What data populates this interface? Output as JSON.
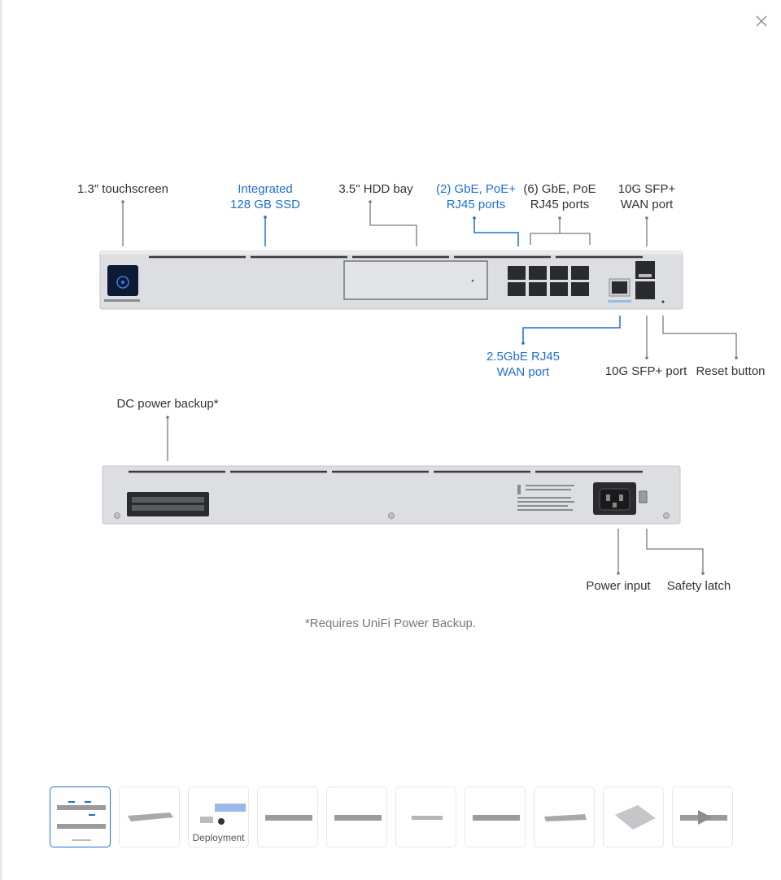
{
  "labels": {
    "touchscreen": "1.3″ touchscreen",
    "ssd_line1": "Integrated",
    "ssd_line2": "128 GB SSD",
    "hdd_bay": "3.5\" HDD bay",
    "poeplus_line1": "(2) GbE, PoE+",
    "poeplus_line2": "RJ45 ports",
    "poe_line1": "(6) GbE, PoE",
    "poe_line2": "RJ45 ports",
    "sfp_wan_line1": "10G SFP+",
    "sfp_wan_line2": "WAN port",
    "rj45_wan_line1": "2.5GbE RJ45",
    "rj45_wan_line2": "WAN port",
    "sfp_port": "10G SFP+ port",
    "reset_button": "Reset button",
    "dc_power_backup": "DC power backup*",
    "power_input": "Power input",
    "safety_latch": "Safety latch"
  },
  "note": "*Requires UniFi Power Backup.",
  "thumbnails": [
    {
      "caption": "",
      "active": true
    },
    {
      "caption": "",
      "active": false
    },
    {
      "caption": "Deployment",
      "active": false
    },
    {
      "caption": "",
      "active": false
    },
    {
      "caption": "",
      "active": false
    },
    {
      "caption": "",
      "active": false
    },
    {
      "caption": "",
      "active": false
    },
    {
      "caption": "",
      "active": false
    },
    {
      "caption": "",
      "active": false
    },
    {
      "caption": "",
      "active": false
    }
  ],
  "colors": {
    "accent": "#1d6fd6",
    "leader": "#7a7a7a",
    "device": "#dcdde0"
  },
  "icons": {
    "close": "close-icon"
  }
}
